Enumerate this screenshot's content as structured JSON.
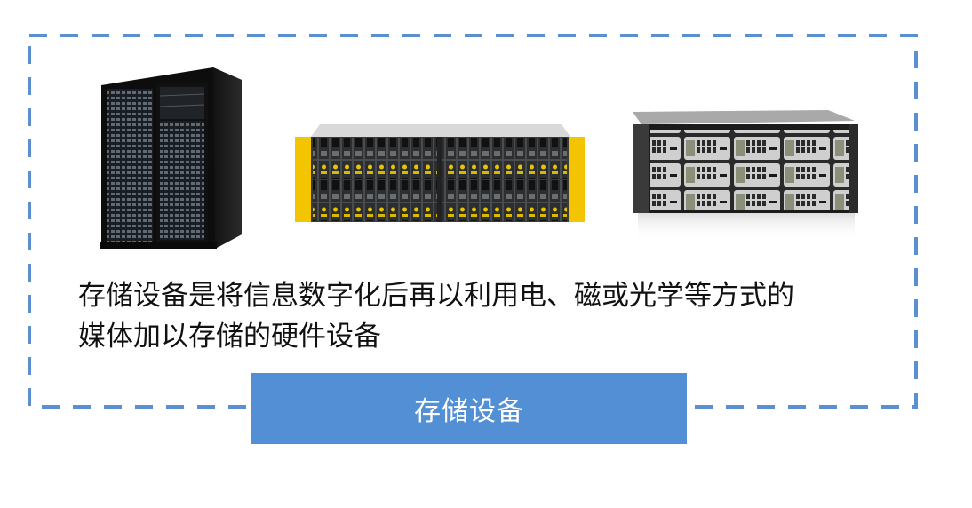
{
  "diagram": {
    "title_label": "存储设备",
    "description_lines": [
      "存储设备是将信息数字化后再以利用电、磁或光学等方式的",
      "媒体加以存储的硬件设备"
    ],
    "images": [
      {
        "name": "tower-storage-server",
        "alt": "black rack tower storage server"
      },
      {
        "name": "yellow-disk-array",
        "alt": "rack disk array with yellow bezels"
      },
      {
        "name": "rack-disk-enclosure",
        "alt": "4U rack disk enclosure with 12 drive bays"
      }
    ],
    "colors": {
      "border": "#5b8fd0",
      "label_bg": "#528fd5",
      "label_text": "#ffffff",
      "text": "#111111"
    }
  }
}
